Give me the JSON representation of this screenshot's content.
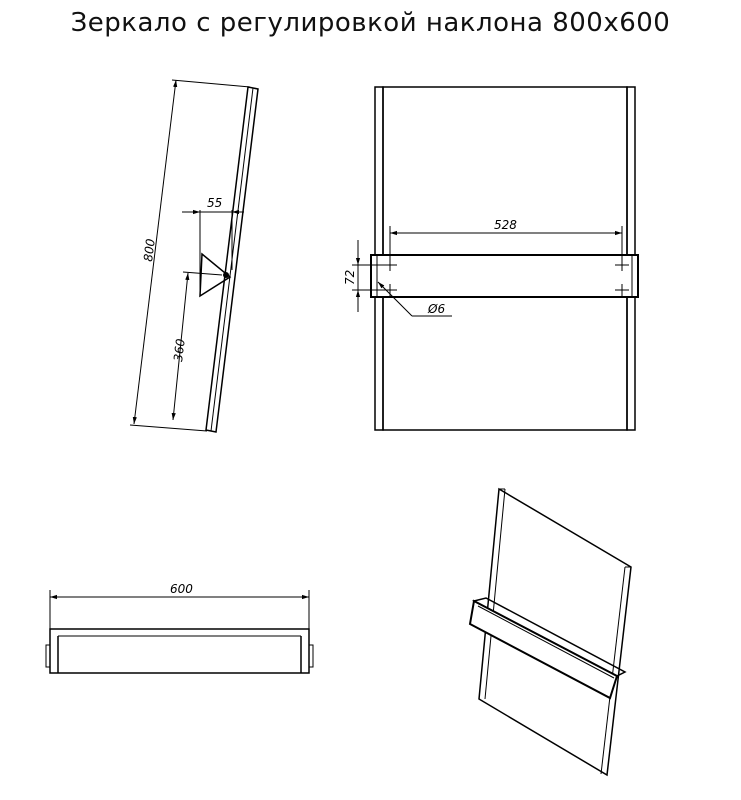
{
  "title": "Зеркало с регулировкой наклона 800х600",
  "dimensions": {
    "side_height": "800",
    "side_depth": "55",
    "side_bracket_height": "360",
    "front_hole_spacing": "528",
    "front_bracket_height": "72",
    "front_hole_diameter": "Ø6",
    "top_width": "600"
  }
}
